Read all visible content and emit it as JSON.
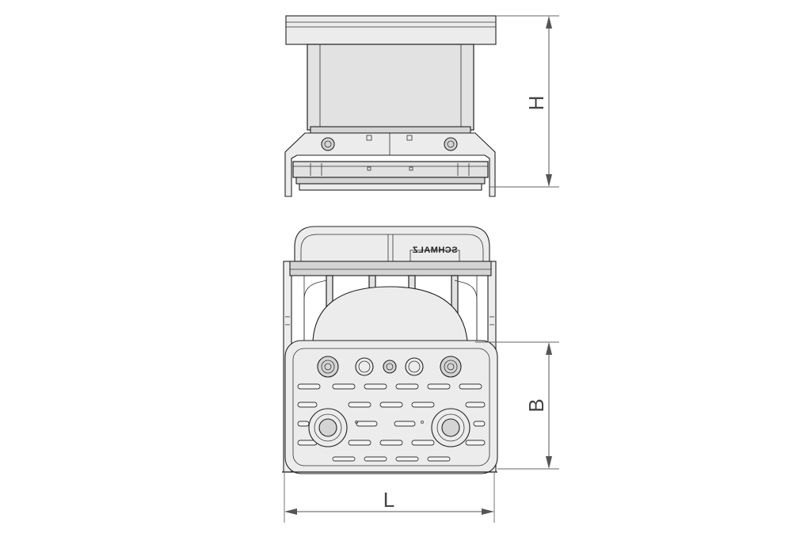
{
  "dimensions": {
    "height_label": "H",
    "width_label": "B",
    "length_label": "L"
  },
  "brand": {
    "logo_text": "SCHMALZ"
  },
  "colors": {
    "line": "#222222",
    "fill": "#e2e2e2",
    "dimension": "#555555",
    "background": "#ffffff"
  }
}
